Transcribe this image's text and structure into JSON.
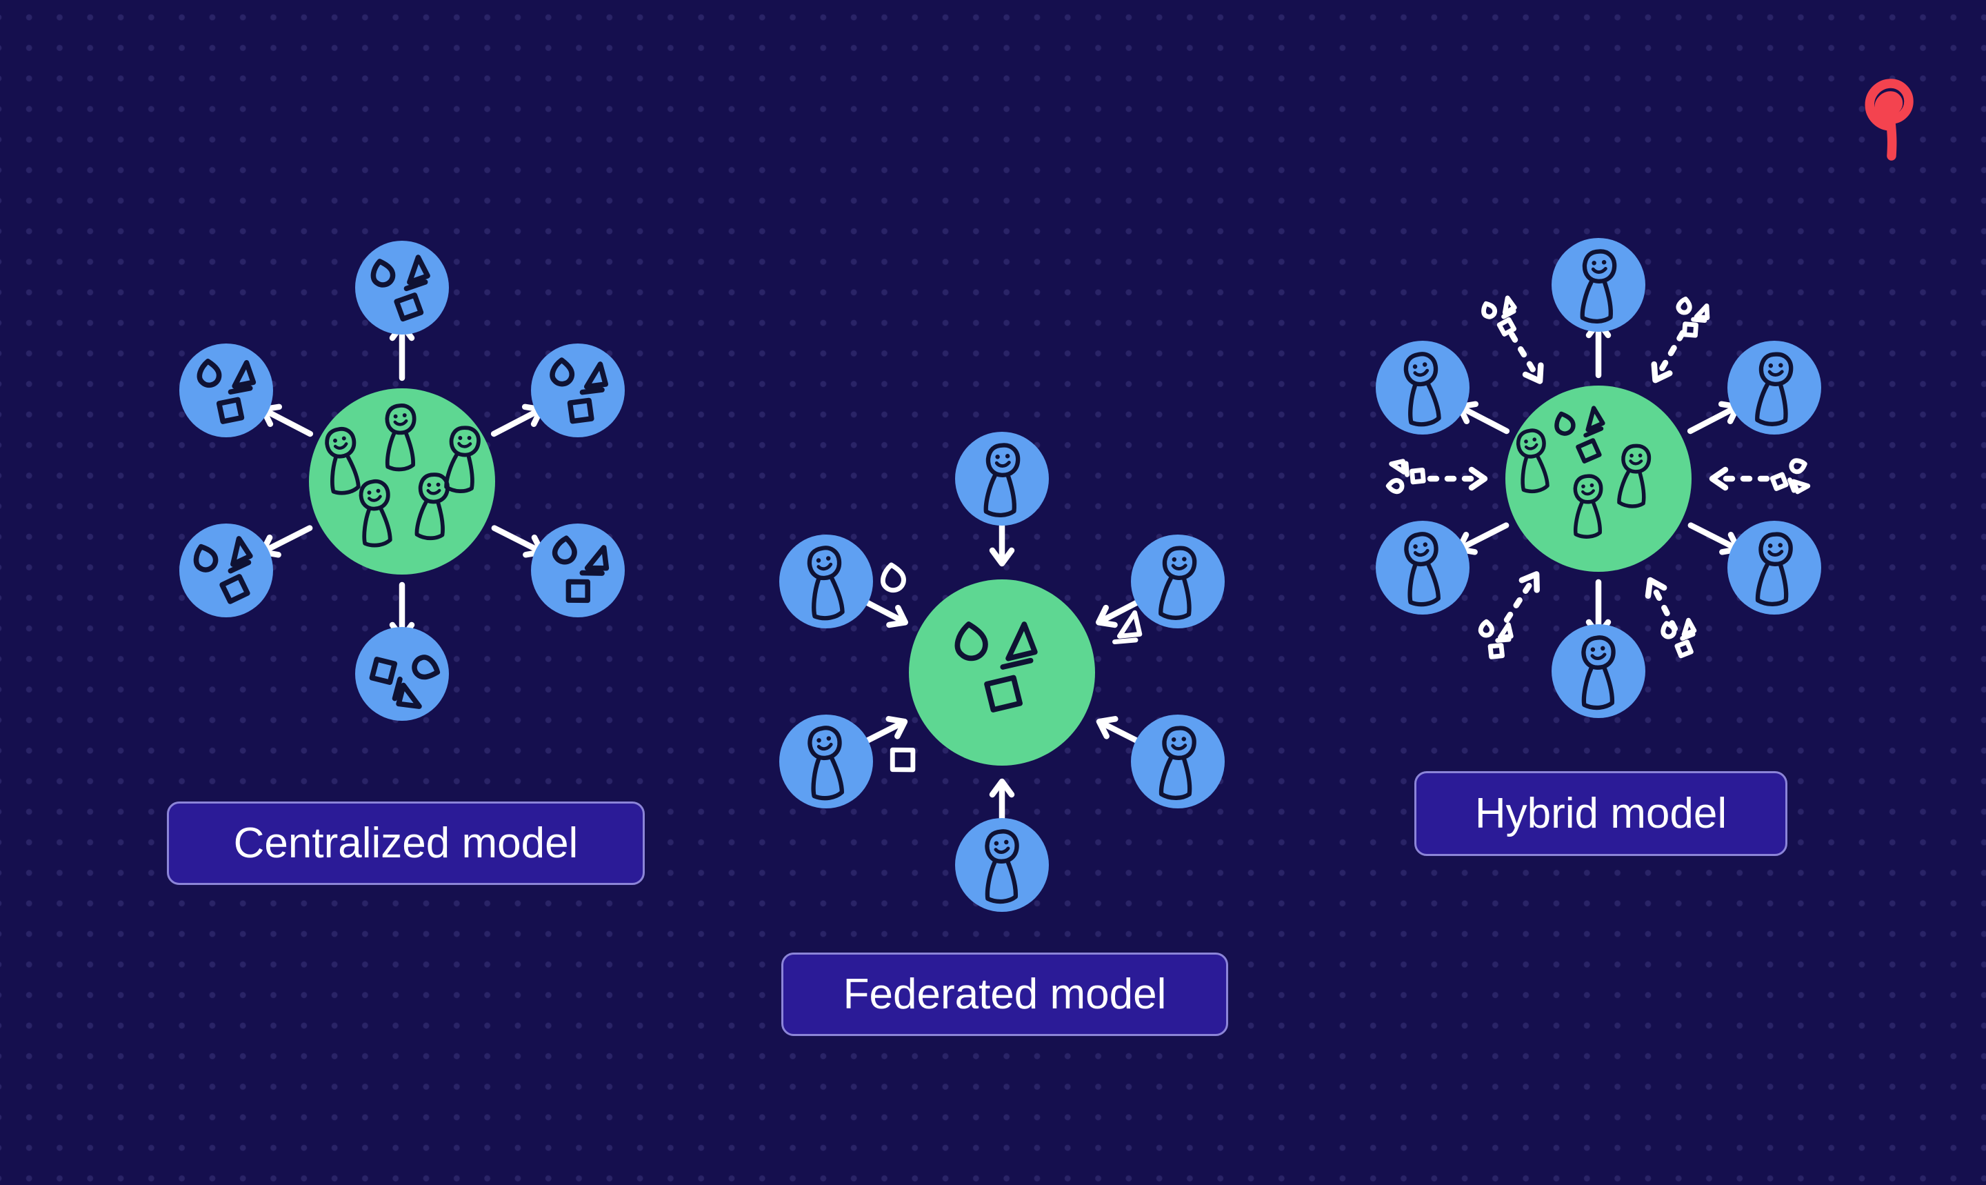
{
  "colors": {
    "bg": "#150F4E",
    "dot": "#2A2467",
    "node_blue": "#5FA0F2",
    "node_green": "#5ED792",
    "ink": "#0F1233",
    "arrow_white": "#FFFFFF",
    "label_bg": "#2B1B97",
    "label_border": "#8C85D8",
    "label_text": "#FFFFFF",
    "logo_red": "#F4434F"
  },
  "logo": {
    "icon": "spiral-logo-icon"
  },
  "models": [
    {
      "id": "centralized",
      "label": "Centralized model",
      "hub": {
        "icon": "people-group-icon",
        "people_count": 5,
        "color": "green"
      },
      "satellites": {
        "count": 6,
        "icon": "data-shapes-icon",
        "color": "blue"
      },
      "arrows": {
        "style": "solid",
        "direction": "outward",
        "count": 6
      }
    },
    {
      "id": "federated",
      "label": "Federated model",
      "hub": {
        "icon": "data-shapes-icon",
        "color": "green"
      },
      "satellites": {
        "count": 6,
        "icon": "person-icon",
        "color": "blue"
      },
      "arrows": {
        "style": "solid",
        "direction": "inward",
        "count": 6
      },
      "floating_shapes": [
        "drop-shape-icon",
        "triangle-shape-icon",
        "square-shape-icon"
      ]
    },
    {
      "id": "hybrid",
      "label": "Hybrid model",
      "hub": {
        "icon": "people-group-with-shapes-icon",
        "people_count": 3,
        "color": "green"
      },
      "satellites": {
        "count": 6,
        "icon": "person-icon",
        "color": "blue"
      },
      "arrows_outward": {
        "style": "solid",
        "direction": "outward",
        "count": 6
      },
      "arrows_inward": {
        "style": "dashed",
        "direction": "inward",
        "count": 6,
        "shape_clusters": 6
      }
    }
  ]
}
